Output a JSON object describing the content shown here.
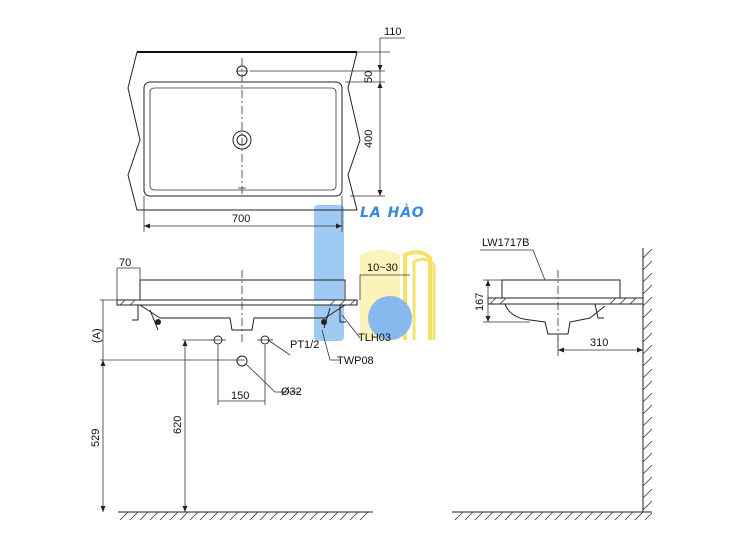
{
  "top_view": {
    "dim_width": "700",
    "dim_depth": "400",
    "dim_tap_offset": "50",
    "dim_top": "110"
  },
  "front_view": {
    "dim_rim": "70",
    "dim_counter": "10~30",
    "label_a": "(A)",
    "dim_height_529": "529",
    "dim_height_620": "620",
    "dim_spacing": "150",
    "label_pt": "PT1/2",
    "label_twp": "TWP08",
    "label_tlh": "TLH03",
    "label_dia": "Ø32"
  },
  "side_view": {
    "model": "LW1717B",
    "dim_height": "167",
    "dim_depth": "310"
  },
  "watermark": {
    "text": "LA HÀO",
    "colors": {
      "blue": "#4f9de8",
      "yellow": "#f4e26a"
    }
  }
}
